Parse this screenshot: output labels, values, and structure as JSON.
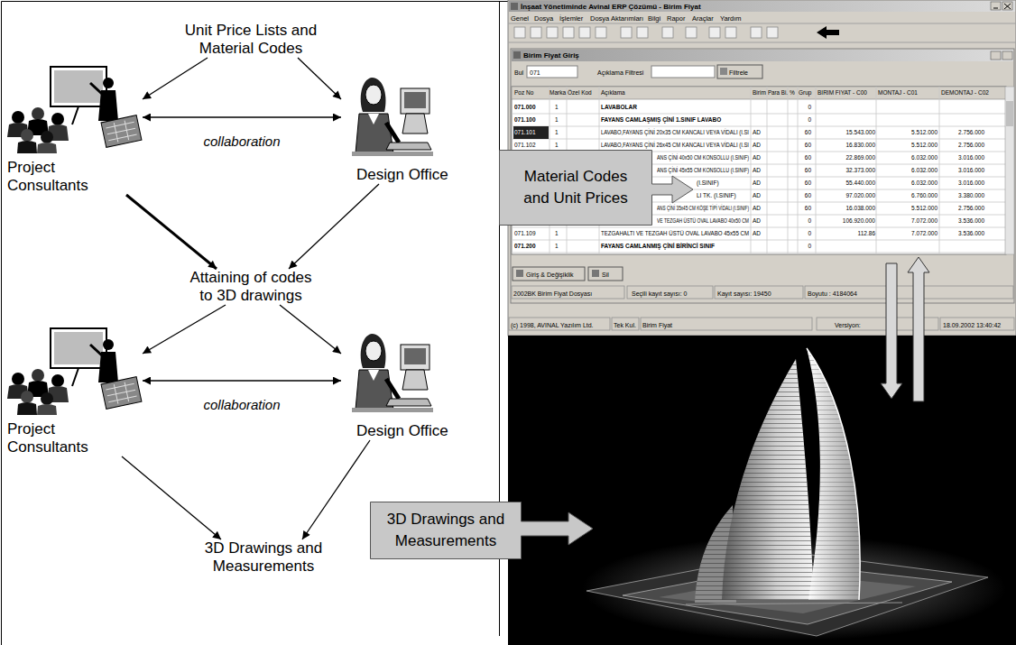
{
  "diagram": {
    "nodes": [
      {
        "text": [
          "Unit Price Lists and Material Codes"
        ]
      },
      {
        "text": [
          "Project Consultants"
        ]
      },
      {
        "text": [
          "Design Office"
        ]
      },
      {
        "text": [
          "Attaining of codes to 3D drawings"
        ]
      },
      {
        "text": [
          "Project Consultants"
        ]
      },
      {
        "text": [
          "Design Office"
        ]
      },
      {
        "text": [
          "3D Drawings and Measurements"
        ]
      },
      {
        "text": [
          "Material Codes and Unit Prices"
        ]
      },
      {
        "text": [
          "3D Drawings and Measurements"
        ]
      }
    ],
    "edges": [
      {
        "from": 0,
        "to": 1,
        "arrow": "to"
      },
      {
        "from": 0,
        "to": 2,
        "arrow": "to"
      },
      {
        "from": 1,
        "to": 2,
        "label": "collaboration",
        "arrow": "both"
      },
      {
        "from": 1,
        "to": 3,
        "arrow": "to"
      },
      {
        "from": 2,
        "to": 3,
        "arrow": "to"
      },
      {
        "from": 3,
        "to": 4,
        "arrow": "to"
      },
      {
        "from": 3,
        "to": 5,
        "arrow": "to"
      },
      {
        "from": 4,
        "to": 5,
        "label": "collaboration",
        "arrow": "both"
      },
      {
        "from": 4,
        "to": 6,
        "arrow": "to"
      },
      {
        "from": 5,
        "to": 6,
        "arrow": "to"
      }
    ],
    "labels": [
      "İnşaat Yönetiminde Avinal ERP Çözümü - Birim Fiyat",
      "Genel",
      "Dosya",
      "İşlemler",
      "Dosya Aktarımları",
      "Bilgi",
      "Rapor",
      "Araçlar",
      "Yardım",
      "Birim Fiyat Giriş",
      "Bul",
      "071",
      "Açıklama Filtresi",
      "Filtrele",
      "Poz No",
      "Marka",
      "Özel Kod",
      "Açıklama",
      "Birim",
      "Para Bi.",
      "%",
      "Grup",
      "BIRIM FIYAT - C00",
      "MONTAJ - C01",
      "DEMONTAJ - C02",
      "071.000",
      "1",
      "LAVABOLAR",
      "0",
      "071.100",
      "1",
      "FAYANS CAMLAŞMIŞ ÇİNİ 1.SINIF LAVABO",
      "0",
      "071.101",
      "1",
      "LAVABO,FAYANS ÇİNİ 20x35 CM KANCALI VEYA VİDALI (I.SI",
      "AD",
      "60",
      "15.543.000",
      "5.512.000",
      "2.756.000",
      "071.102",
      "1",
      "LAVABO,FAYANS ÇİNİ 26x45 CM KANCALI VEYA VİDALI (I.SI",
      "AD",
      "60",
      "16.830.000",
      "5.512.000",
      "2.756.000",
      "ANS ÇİNİ 40x50 CM KONSOLLU (I.SINIF)",
      "AD",
      "60",
      "22.869.000",
      "6.032.000",
      "3.016.000",
      "ANS ÇİNİ 45x55 CM KONSOLLU (I.SINIF)",
      "AD",
      "60",
      "32.373.000",
      "6.032.000",
      "3.016.000",
      "(I.SINIF)",
      "AD",
      "60",
      "55.440.000",
      "6.032.000",
      "3.016.000",
      "LI TK. (I.SINIF)",
      "AD",
      "60",
      "97.020.000",
      "6.760.000",
      "3.380.000",
      "ANS ÇİNİ 35x45 CM KÖŞE TİPİ VİDALI (I.SINIF)",
      "AD",
      "60",
      "16.038.000",
      "5.512.000",
      "2.756.000",
      "VE TEZGAH ÜSTÜ OVAL LAVABO 40x50 CM",
      "AD",
      "0",
      "106.920.000",
      "7.072.000",
      "3.536.000",
      "071.109",
      "1",
      "TEZGAHALTI VE TEZGAH ÜSTÜ OVAL LAVABO 45x55 CM",
      "AD",
      "0",
      "112.86",
      "7.072.000",
      "3.536.000",
      "071.200",
      "1",
      "FAYANS CAMLANMIŞ ÇİNİ BİRİNCİ SINIF",
      "0",
      "Giriş & Değişiklik",
      "Sil",
      "2002BK Birim Fiyat Dosyası",
      "Seçili kayıt sayısı: 0",
      "Kayıt sayısı: 19450",
      "Boyutu : 4184064",
      "(c) 1998, AVINAL Yazılım Ltd.",
      "Tek Kul.",
      "Birim Fiyat",
      "Versiyon:",
      "18.09.2002 13:40:42"
    ]
  }
}
